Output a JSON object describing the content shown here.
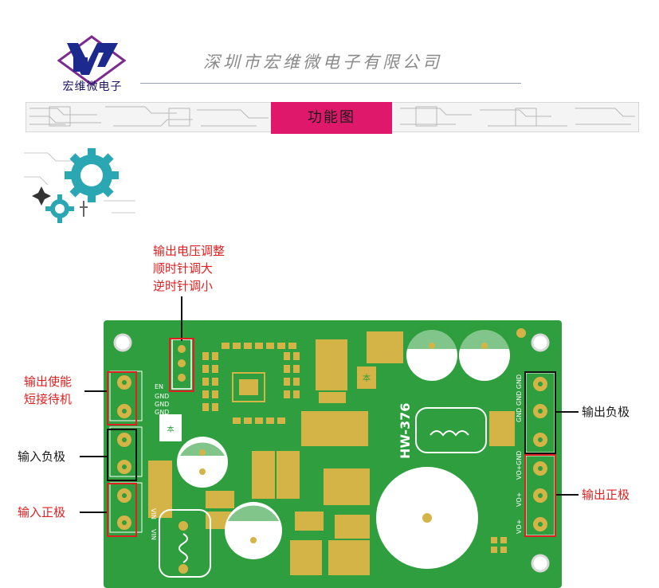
{
  "header": {
    "logo_caption": "宏维微电子",
    "company_name": "深圳市宏维微电子有限公司",
    "section_title": "功能图"
  },
  "board": {
    "model": "HW-376",
    "silkscreen": {
      "en": "EN",
      "gnd1": "GND",
      "gnd2": "GND",
      "gnd3": "GND",
      "vin1": "VIN",
      "vin2": "VIN",
      "gnd_out": "GND GND GND",
      "gnd_side": "GND",
      "vo1": "VO+",
      "vo2": "VO+",
      "vo3": "VO+"
    }
  },
  "annotations": {
    "voltage_adjust": [
      "输出电压调整",
      "顺时针调大",
      "逆时针调小"
    ],
    "enable": [
      "输出使能",
      "短接待机"
    ],
    "input_negative": "输入负极",
    "input_positive": "输入正极",
    "output_negative": "输出负极",
    "output_positive": "输出正极"
  },
  "colors": {
    "pcb": "#2e9e3e",
    "pad_gold": "#d4b446",
    "accent_pink": "#e0186b",
    "label_red": "#e02020",
    "logo_blue": "#1b2a8c"
  }
}
